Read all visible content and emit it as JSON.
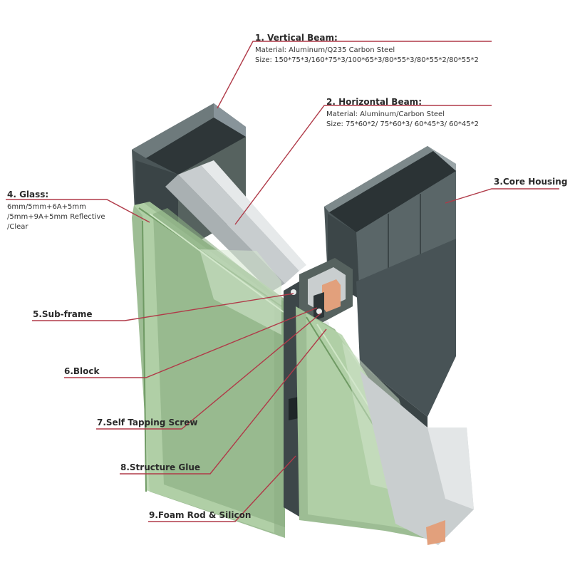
{
  "labels": {
    "vertical_beam": {
      "title": "1. Vertical Beam:",
      "material": "Material: Aluminum/Q235 Carbon Steel",
      "size": "Size: 150*75*3/160*75*3/100*65*3/80*55*3/80*55*2/80*55*2"
    },
    "horizontal_beam": {
      "title": "2. Horizontal Beam:",
      "material": "Material: Aluminum/Carbon Steel",
      "size": "Size: 75*60*2/ 75*60*3/ 60*45*3/ 60*45*2"
    },
    "core_housing": {
      "title": "3.Core Housing"
    },
    "glass": {
      "title": "4. Glass:",
      "line1": "6mm/5mm+6A+5mm",
      "line2": "/5mm+9A+5mm Reflective",
      "line3": "/Clear"
    },
    "sub_frame": {
      "title": "5.Sub-frame"
    },
    "block": {
      "title": "6.Block"
    },
    "screw": {
      "title": "7.Self Tapping Screw"
    },
    "glue": {
      "title": "8.Structure Glue"
    },
    "foam": {
      "title": "9.Foam Rod & Silicon"
    }
  },
  "colors": {
    "leader": "#b03a48",
    "frame_dark": "#3f4a4c",
    "frame_mid": "#5d6a6c",
    "frame_light": "#c9cecf",
    "glass": "#a9c7a0",
    "glass_edge": "#7ea874",
    "glue": "#e2a07c"
  }
}
